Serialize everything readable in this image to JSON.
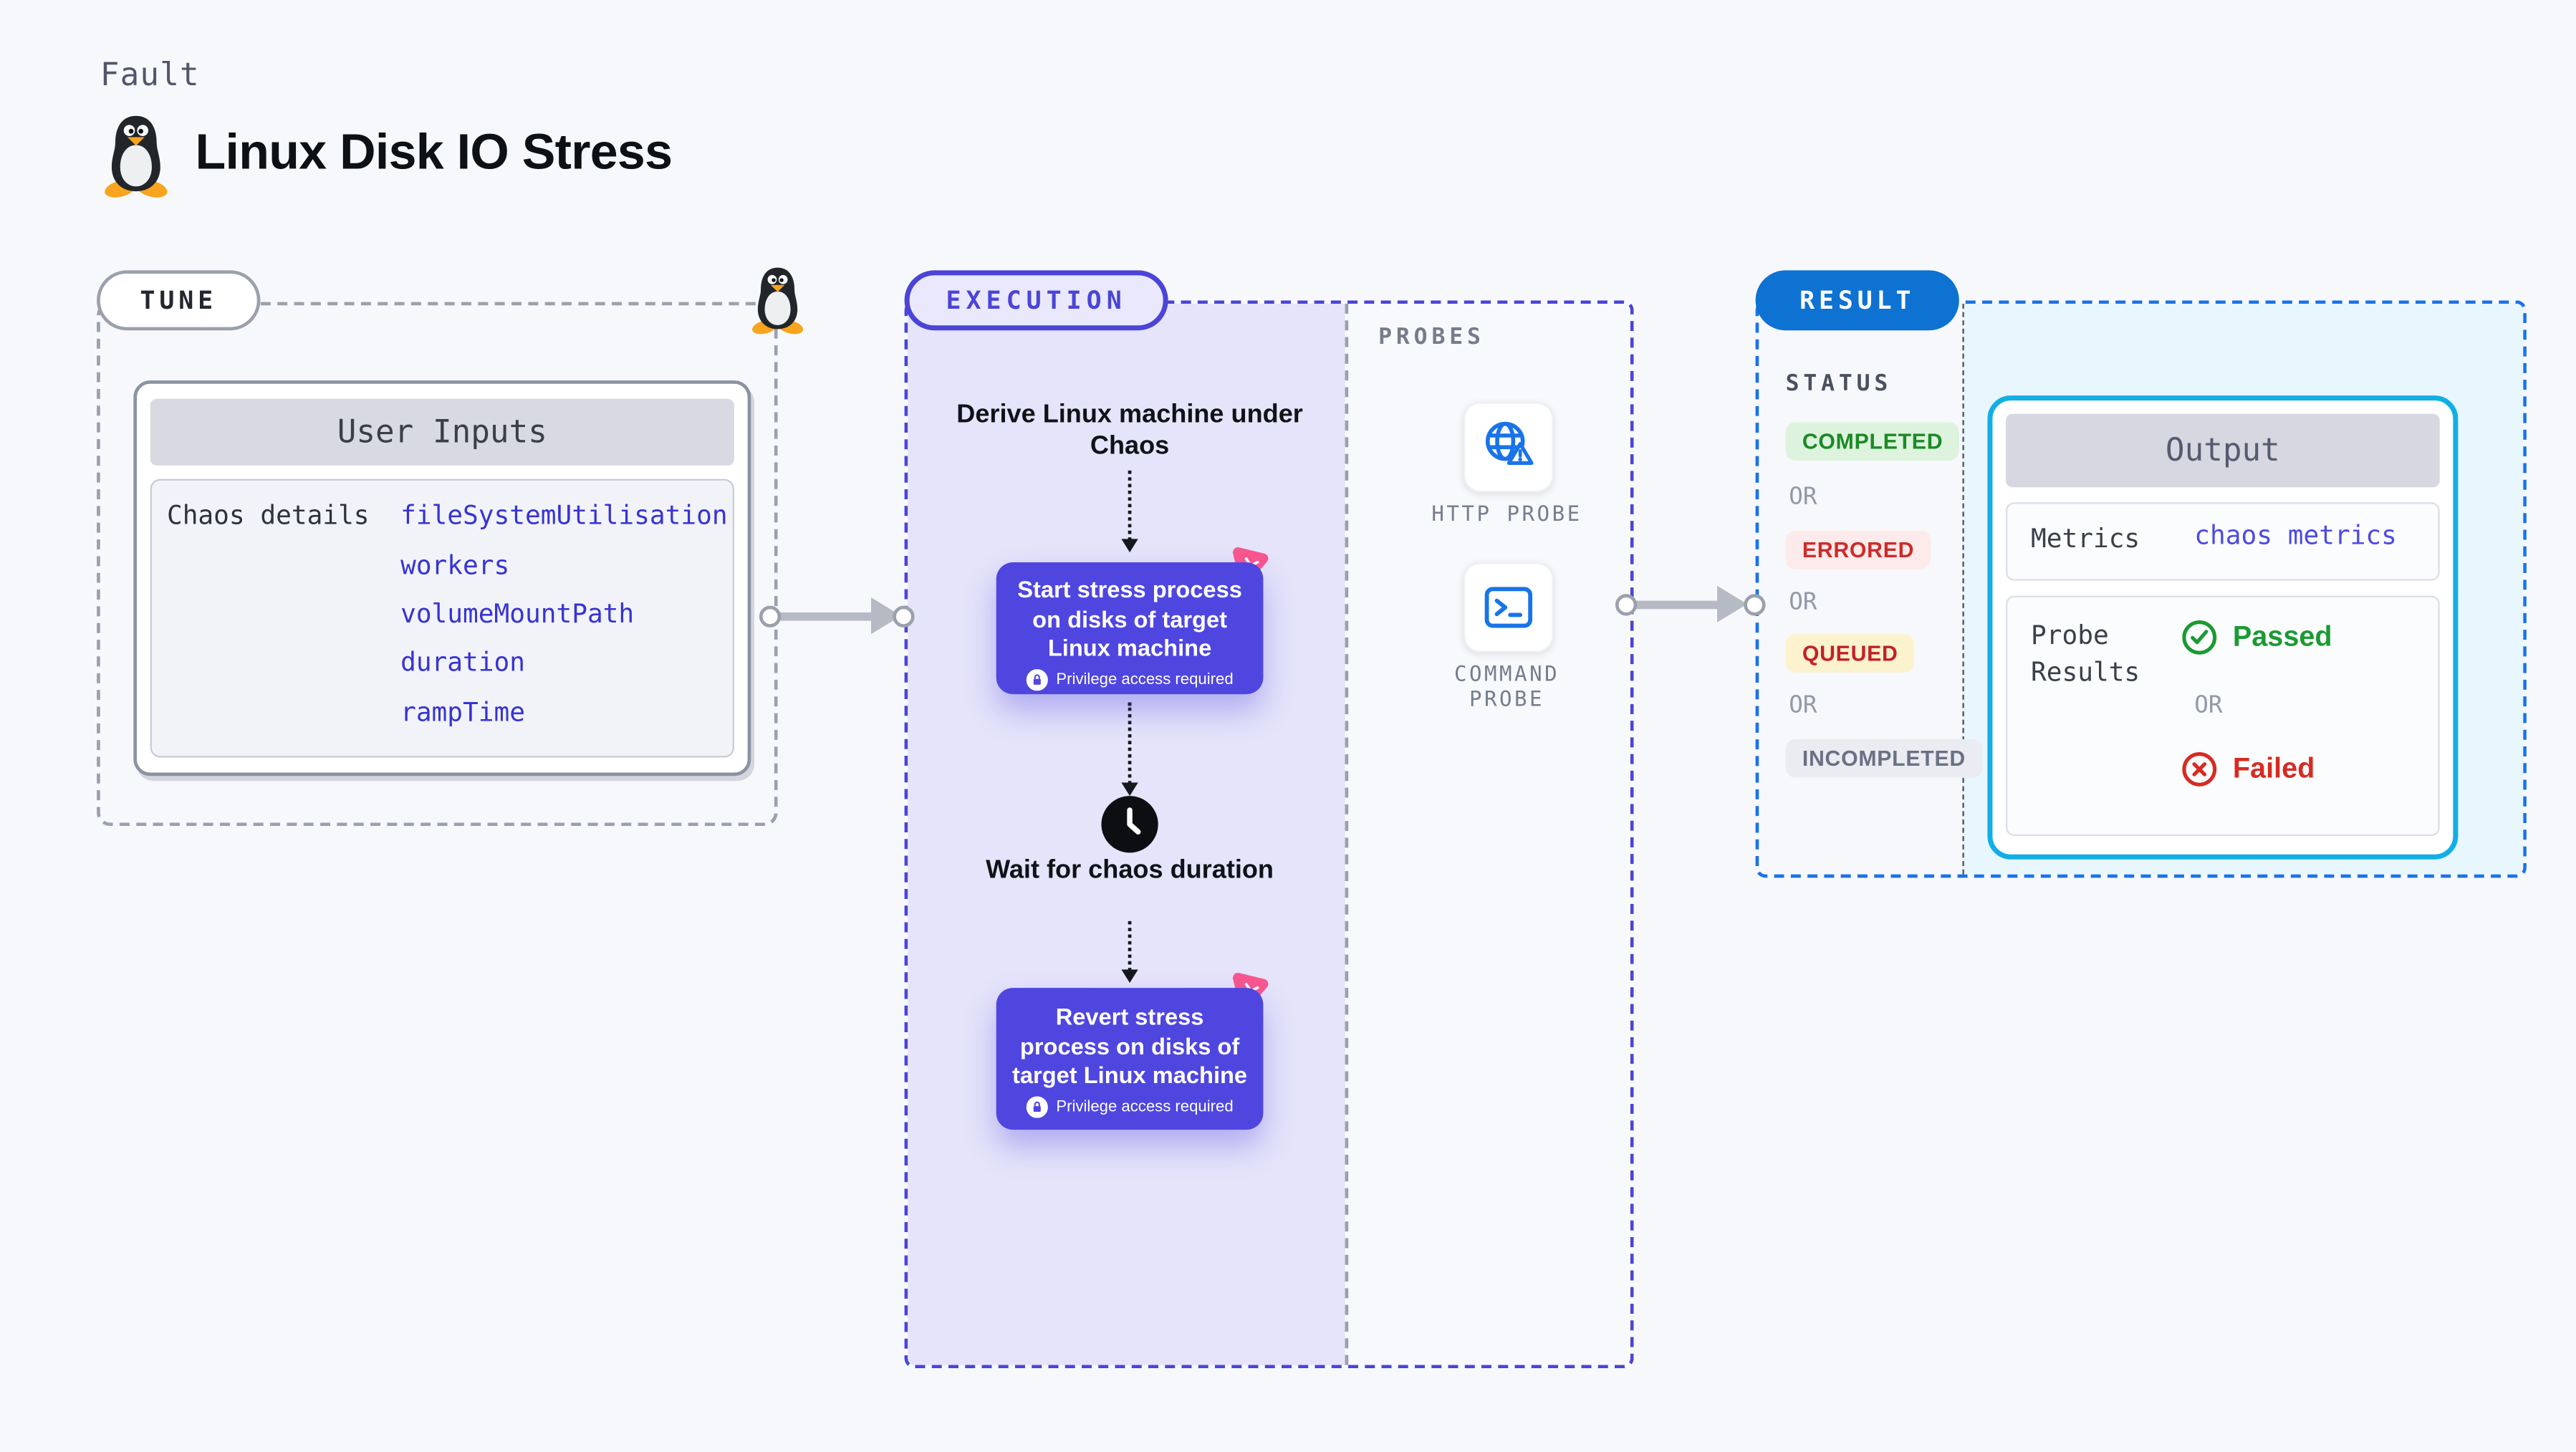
{
  "header": {
    "eyebrow": "Fault",
    "title": "Linux Disk IO Stress"
  },
  "tune": {
    "pill": "TUNE",
    "card": {
      "header": "User Inputs",
      "row_label": "Chaos details",
      "inputs": [
        "fileSystemUtilisation",
        "workers",
        "volumeMountPath",
        "duration",
        "rampTime"
      ]
    }
  },
  "execution": {
    "pill": "EXECUTION",
    "derive_heading": "Derive Linux machine under Chaos",
    "start_node": {
      "title": "Start stress process on disks of target Linux machine",
      "badge": "Privilege access required"
    },
    "wait_label": "Wait for chaos duration",
    "revert_node": {
      "title": "Revert stress process on disks of target Linux machine",
      "badge": "Privilege access required"
    }
  },
  "probes": {
    "heading": "PROBES",
    "items": [
      {
        "label": "HTTP PROBE",
        "icon": "globe-alert-icon"
      },
      {
        "label": "COMMAND PROBE",
        "icon": "terminal-icon"
      }
    ]
  },
  "result": {
    "pill": "RESULT",
    "status_heading": "STATUS",
    "or_label": "OR",
    "statuses": [
      {
        "label": "COMPLETED",
        "bg": "#ddf3dd",
        "color": "#1b8a26"
      },
      {
        "label": "ERRORED",
        "bg": "#fcebea",
        "color": "#cc2c2c"
      },
      {
        "label": "QUEUED",
        "bg": "#fcf2cd",
        "color": "#c22128"
      },
      {
        "label": "INCOMPLETED",
        "bg": "#ebecf2",
        "color": "#6b7184"
      }
    ],
    "output": {
      "header": "Output",
      "metrics_label": "Metrics",
      "metrics_value": "chaos metrics",
      "probe_results_label": "Probe Results",
      "passed": "Passed",
      "or_label": "OR",
      "failed": "Failed"
    }
  },
  "colors": {
    "page_bg": "#f7f8fb",
    "tune_gray": "#9aa0ac",
    "execution_indigo": "#4b44d6",
    "execution_fill": "#e5e4fa",
    "node_indigo": "#4f46e0",
    "chaos_pink": "#f9578f",
    "result_pill_blue": "#0d72d2",
    "result_dashed_blue": "#1a73e8",
    "output_border_cyan": "#12aee6",
    "output_region_bg": "#e8f6fd",
    "input_value_blue": "#3733d4",
    "passed_green": "#1b9a33",
    "failed_red": "#d62b22",
    "probe_icon_blue": "#1974e8"
  }
}
